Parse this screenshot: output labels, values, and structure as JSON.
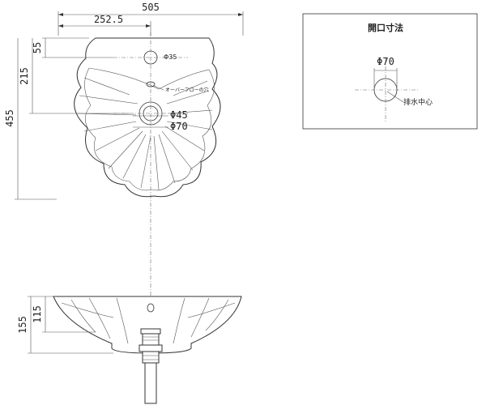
{
  "top_view": {
    "dim_total_width": "505",
    "dim_half_width": "252.5",
    "dim_faucet_hole": "Φ35",
    "dim_overflow_label": "オーバーフローの穴",
    "dim_drain": "Φ45",
    "dim_drain_outer": "Φ70",
    "dim_top_offset": "55",
    "dim_drain_offset": "215",
    "dim_total_depth": "455"
  },
  "side_view": {
    "dim_height": "155",
    "dim_inner": "115"
  },
  "opening_panel": {
    "title": "開口寸法",
    "dim_diameter": "Φ70",
    "drain_center_label": "排水中心"
  }
}
